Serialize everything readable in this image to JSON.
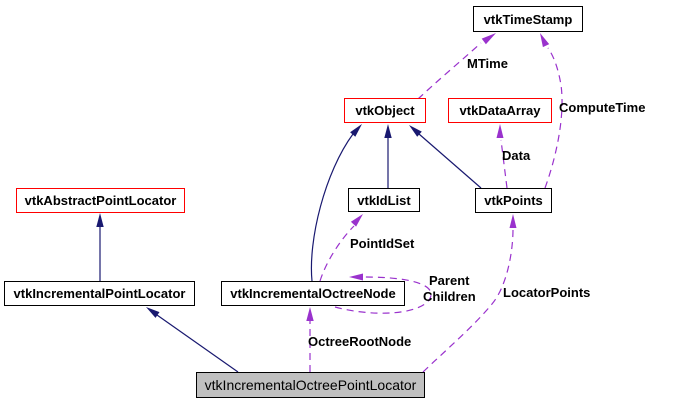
{
  "colors": {
    "background": "#ffffff",
    "node_fill": "#ffffff",
    "node_border": "#000000",
    "highlight_border": "#ff0000",
    "main_node_fill": "#c0c0c0",
    "inherit_arrow": "#191970",
    "usage_arrow": "#9a32cd",
    "text_color": "#000000"
  },
  "nodes": {
    "timestamp": {
      "label": "vtkTimeStamp"
    },
    "object": {
      "label": "vtkObject"
    },
    "dataarray": {
      "label": "vtkDataArray"
    },
    "abstract_point_locator": {
      "label": "vtkAbstractPointLocator"
    },
    "idlist": {
      "label": "vtkIdList"
    },
    "points": {
      "label": "vtkPoints"
    },
    "incremental_point_locator": {
      "label": "vtkIncrementalPointLocator"
    },
    "incremental_octree_node": {
      "label": "vtkIncrementalOctreeNode"
    },
    "main": {
      "label": "vtkIncrementalOctreePointLocator"
    }
  },
  "edge_labels": {
    "mtime": "MTime",
    "compute_time": "ComputeTime",
    "data": "Data",
    "point_id_set": "PointIdSet",
    "parent": "Parent",
    "children": "Children",
    "locator_points": "LocatorPoints",
    "octree_root_node": "OctreeRootNode"
  }
}
